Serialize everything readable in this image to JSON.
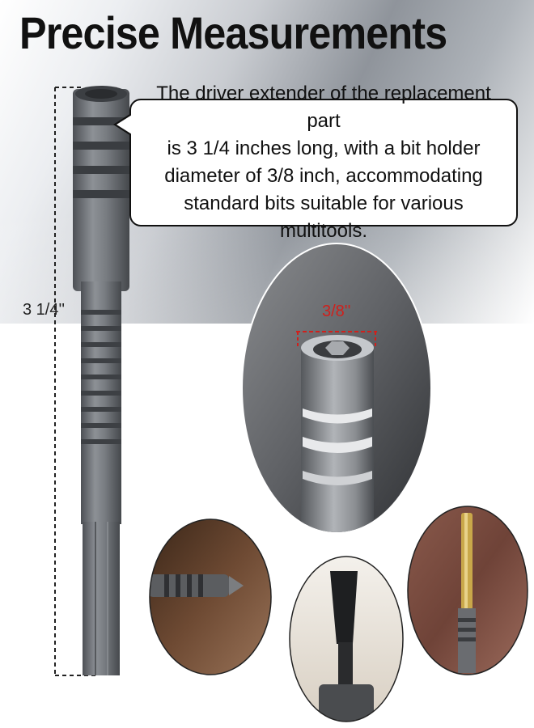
{
  "title": "Precise Measurements",
  "callout": {
    "lines": [
      "The driver extender of the replacement part",
      "is 3 1/4 inches long, with a bit holder",
      "diameter of 3/8 inch, accommodating",
      "standard bits suitable for various multitools."
    ]
  },
  "dimensions": {
    "length_label": "3 1/4''",
    "diameter_label": "3/8''"
  },
  "colors": {
    "diameter_marker": "#d0201c",
    "text": "#111111",
    "metal": "#6f7378"
  }
}
